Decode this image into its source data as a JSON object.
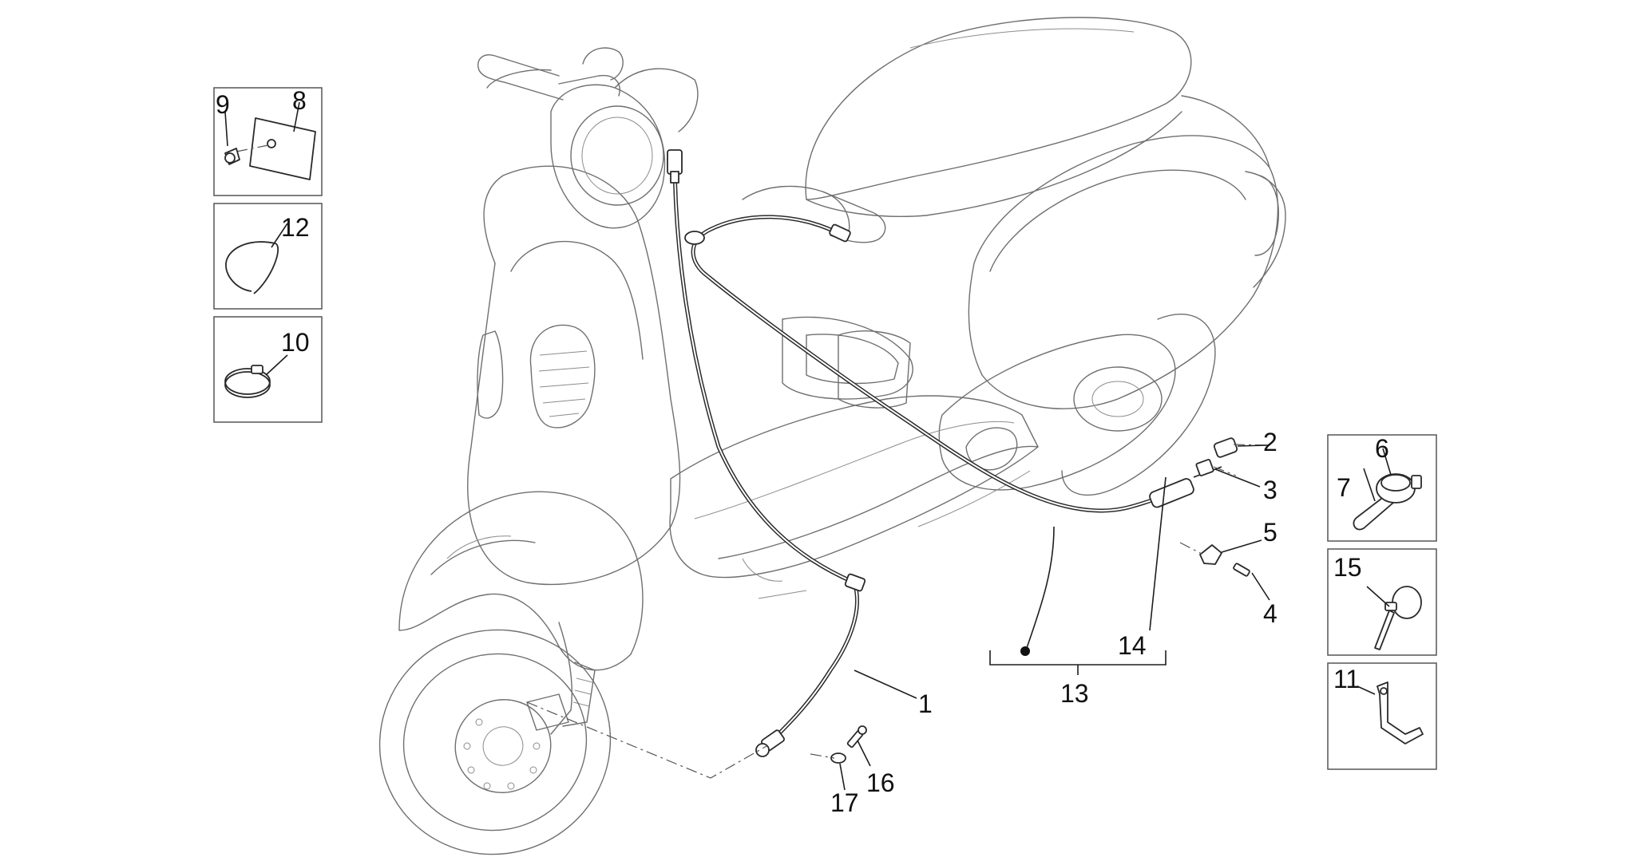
{
  "diagram": {
    "subject": "scooter-cables-exploded-view",
    "callouts": [
      {
        "id": "1",
        "label": "1"
      },
      {
        "id": "2",
        "label": "2"
      },
      {
        "id": "3",
        "label": "3"
      },
      {
        "id": "4",
        "label": "4"
      },
      {
        "id": "5",
        "label": "5"
      },
      {
        "id": "6",
        "label": "6"
      },
      {
        "id": "7",
        "label": "7"
      },
      {
        "id": "8",
        "label": "8"
      },
      {
        "id": "9",
        "label": "9"
      },
      {
        "id": "10",
        "label": "10"
      },
      {
        "id": "11",
        "label": "11"
      },
      {
        "id": "12",
        "label": "12"
      },
      {
        "id": "13",
        "label": "13"
      },
      {
        "id": "14",
        "label": "14"
      },
      {
        "id": "15",
        "label": "15"
      },
      {
        "id": "16",
        "label": "16"
      },
      {
        "id": "17",
        "label": "17"
      }
    ],
    "colors": {
      "line": "#2b2b2b",
      "outline": "#6f6f6f",
      "background": "#ffffff"
    }
  }
}
